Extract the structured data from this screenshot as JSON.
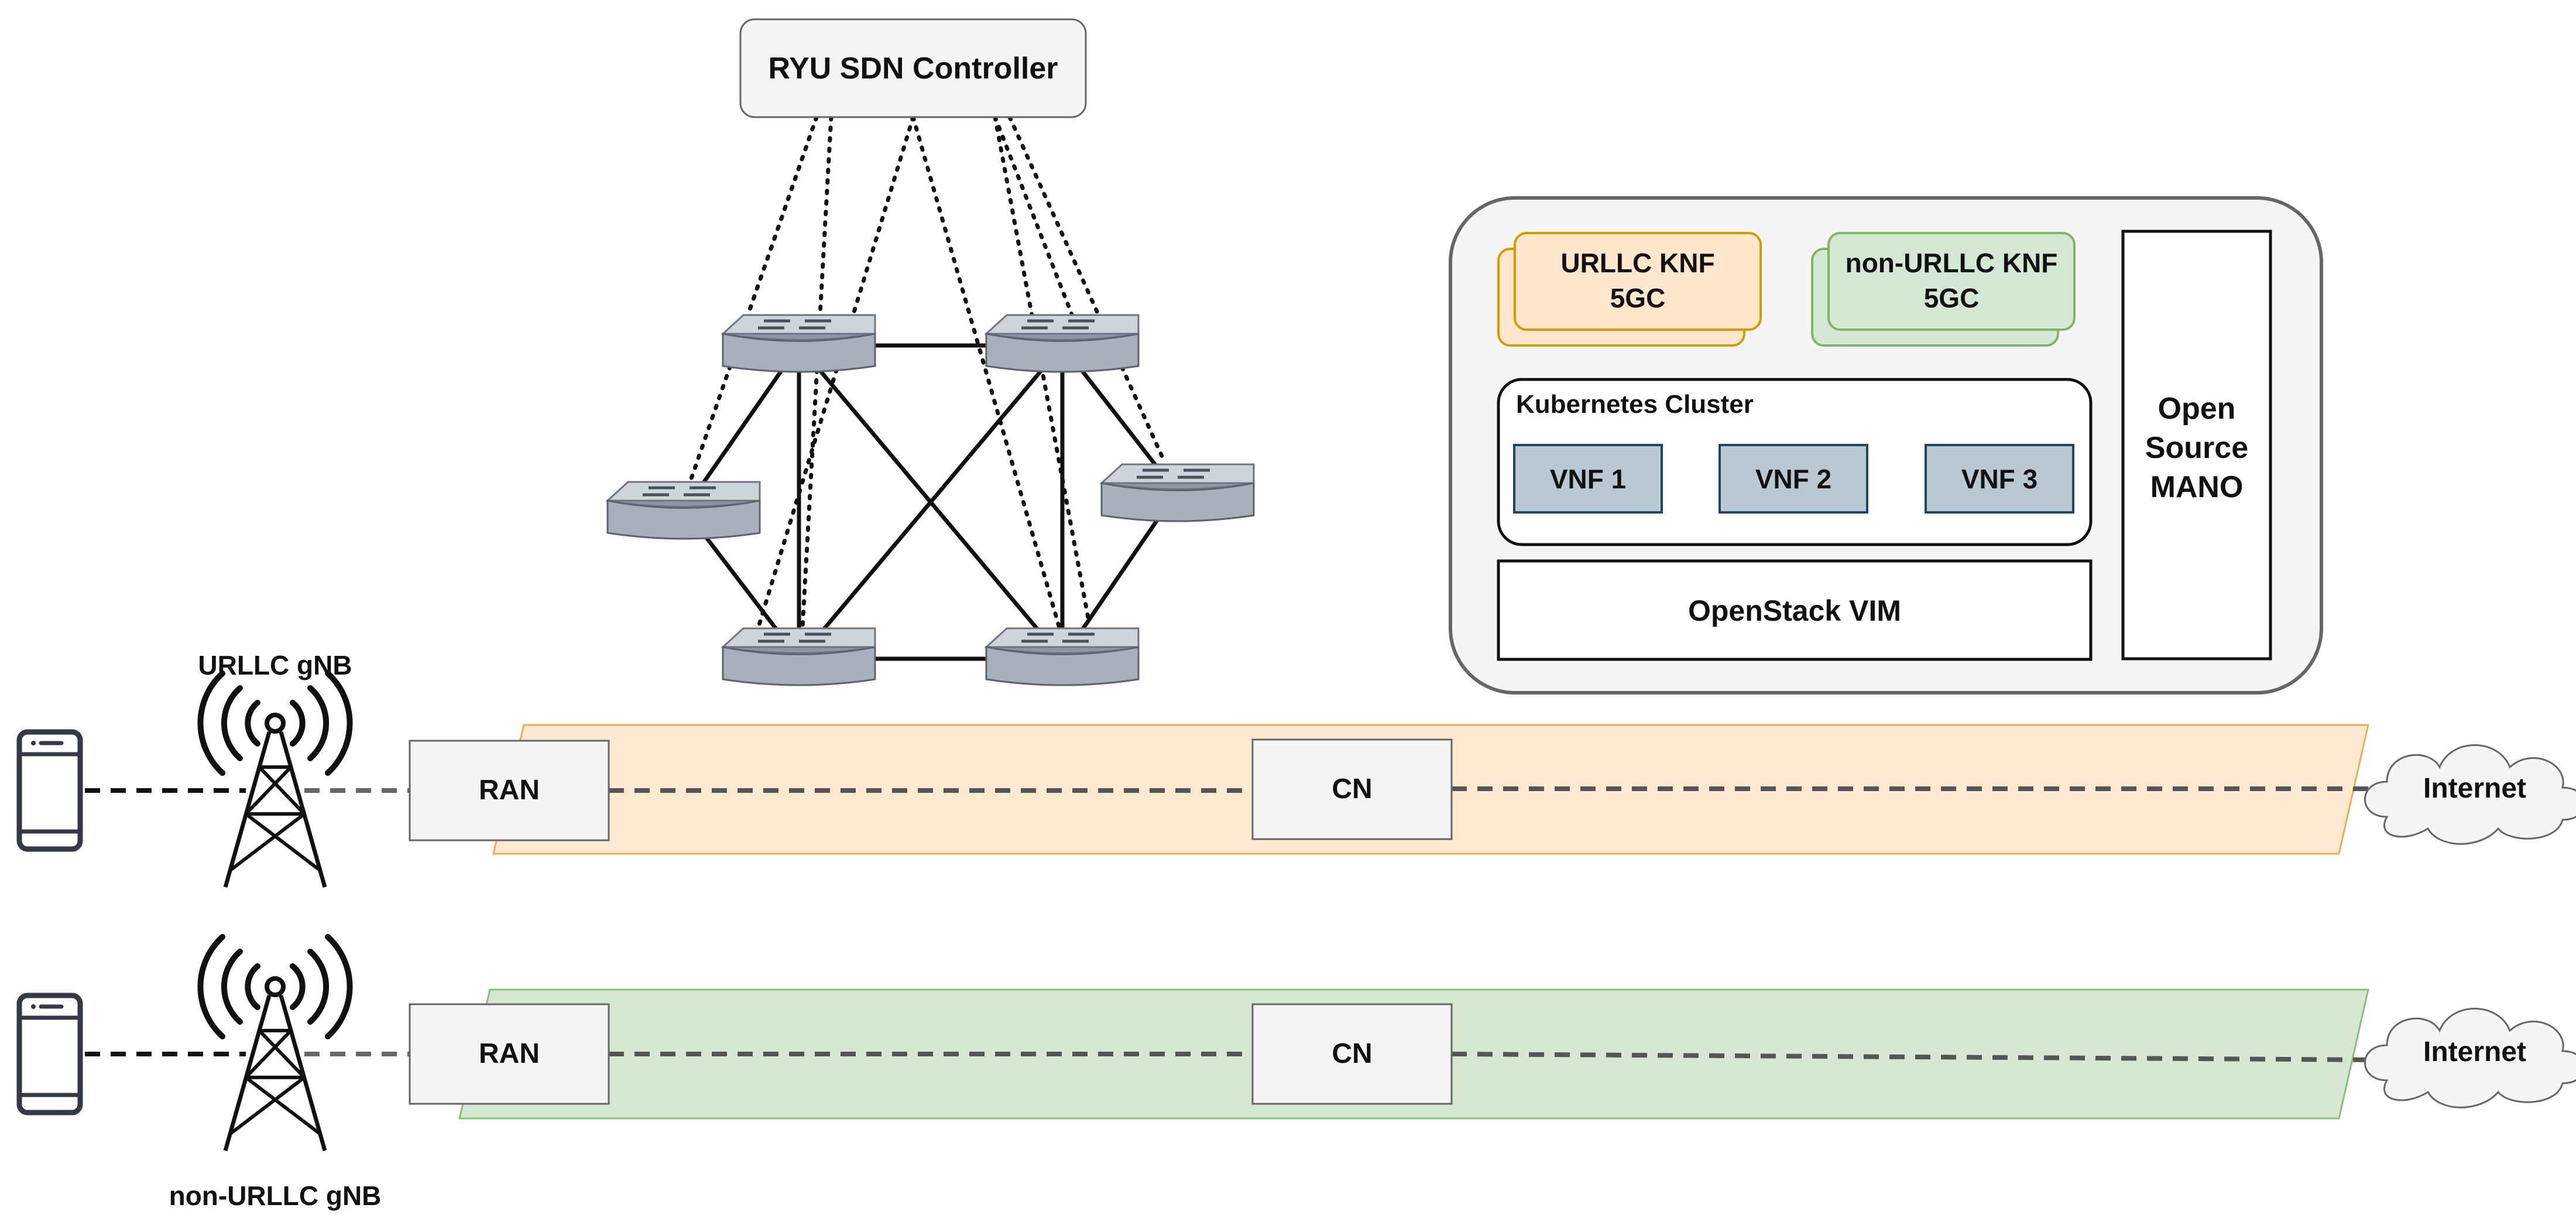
{
  "controller": {
    "label": "RYU SDN Controller"
  },
  "mano": {
    "urllc_knf": {
      "line1": "URLLC KNF",
      "line2": "5GC"
    },
    "non_urllc_knf": {
      "line1": "non-URLLC KNF",
      "line2": "5GC"
    },
    "cluster": {
      "label": "Kubernetes Cluster"
    },
    "vnfs": [
      "VNF 1",
      "VNF 2",
      "VNF 3"
    ],
    "vim": {
      "label": "OpenStack VIM"
    },
    "orchestrator": {
      "line1": "Open",
      "line2": "Source",
      "line3": "MANO"
    }
  },
  "slices": {
    "urllc": {
      "gnb_label": "URLLC gNB",
      "ran_label": "RAN",
      "cn_label": "CN",
      "internet_label": "Internet",
      "color_fill": "#fde9d2",
      "color_stroke": "#e8b050"
    },
    "non_urllc": {
      "gnb_label": "non-URLLC gNB",
      "ran_label": "RAN",
      "cn_label": "CN",
      "internet_label": "Internet",
      "color_fill": "#d6e8d2",
      "color_stroke": "#88c07a"
    }
  },
  "colors": {
    "urllc_knf_fill": "#ffe6cc",
    "urllc_knf_stroke": "#d79b00",
    "non_urllc_knf_fill": "#d5e8d4",
    "non_urllc_knf_stroke": "#82b366",
    "vnf_fill": "#bac8d3",
    "vnf_stroke": "#23445d",
    "panel_fill": "#f5f5f5",
    "panel_stroke": "#666666"
  }
}
